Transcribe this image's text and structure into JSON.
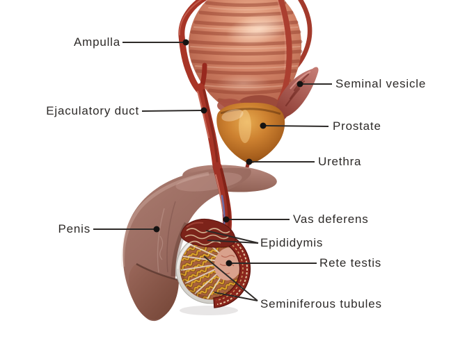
{
  "figure": {
    "type": "anatomical-diagram",
    "background_color": "#ffffff",
    "label_text_color": "#2d2a28",
    "leader_line_color": "#2d2a28",
    "leader_dot_color": "#151312"
  },
  "labels": {
    "ampulla": "Ampulla",
    "ejaculatory_duct": "Ejaculatory duct",
    "seminal_vesicle": "Seminal vesicle",
    "prostate": "Prostate",
    "urethra": "Urethra",
    "penis": "Penis",
    "vas_deferens": "Vas deferens",
    "epididymis": "Epididymis",
    "rete_testis": "Rete testis",
    "seminiferous_tubules": "Seminiferous tubules"
  },
  "structure_colors": {
    "bladder": "#c0715a",
    "vas_deferens": "#a83527",
    "seminal_vesicle": "#b2635c",
    "prostate": "#c07a28",
    "penis": "#96685e",
    "testis_capsule": "#d6d4cf",
    "seminiferous_tubules": "#d9a32a",
    "epididymis": "#7d241b",
    "rete_testis": "#d9a18c"
  }
}
